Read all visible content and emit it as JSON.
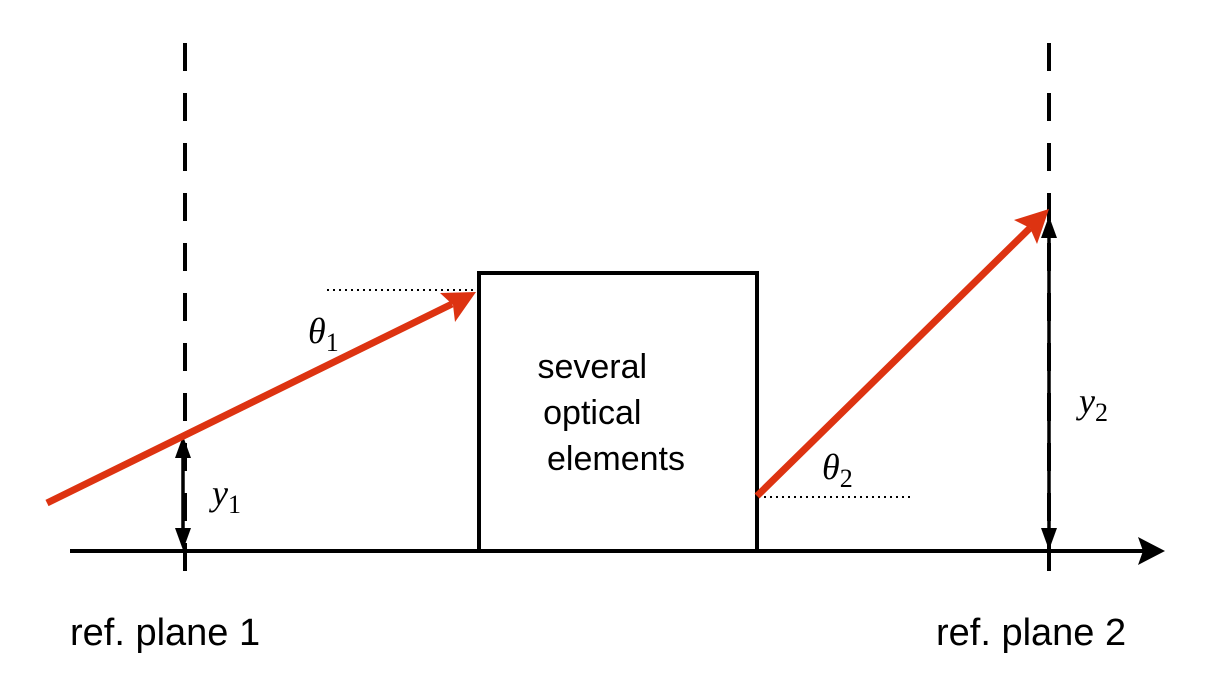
{
  "box": {
    "lines": [
      "several",
      "optical",
      "elements"
    ]
  },
  "planes": {
    "left_label": "ref. plane 1",
    "right_label": "ref. plane 2"
  },
  "symbols": {
    "theta1": {
      "base": "θ",
      "sub": "1"
    },
    "theta2": {
      "base": "θ",
      "sub": "2"
    },
    "y1": {
      "base": "y",
      "sub": "1"
    },
    "y2": {
      "base": "y",
      "sub": "2"
    }
  },
  "colors": {
    "ray": "#dd3311",
    "line": "#000000"
  }
}
